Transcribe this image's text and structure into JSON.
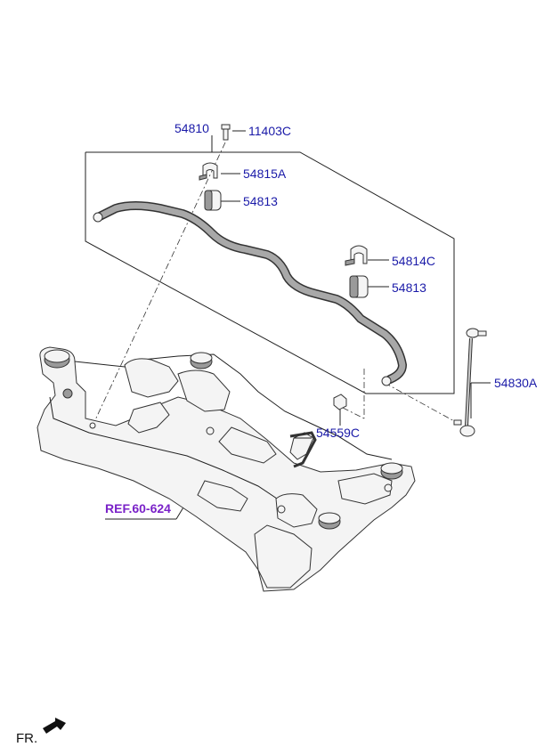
{
  "diagram": {
    "labels": {
      "stabilizer_bar": "54810",
      "bolt": "11403C",
      "bracket_a": "54815A",
      "bushing_upper": "54813",
      "bracket_c": "54814C",
      "bushing_lower": "54813",
      "link": "54830A",
      "nut": "54559C",
      "reference": "REF.60-624",
      "front_indicator": "FR."
    },
    "colors": {
      "part_number": "#1a1aa8",
      "reference": "#7a22c8",
      "linework": "#222222"
    }
  }
}
